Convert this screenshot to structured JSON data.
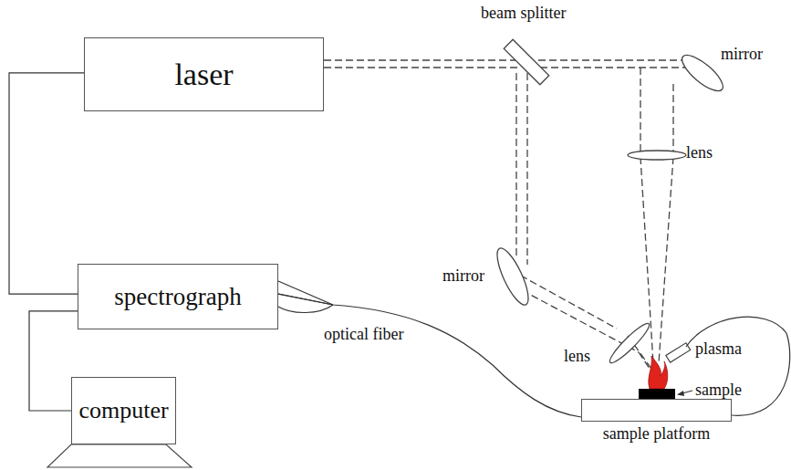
{
  "diagram": {
    "nodes": [
      {
        "text": [
          "laser"
        ]
      },
      {
        "text": [
          "spectrograph"
        ]
      },
      {
        "text": [
          "computer"
        ]
      },
      {
        "text": [
          "sample platform"
        ]
      }
    ],
    "edges": [
      {
        "from": 0,
        "to": 1,
        "arrow": "none"
      },
      {
        "from": 1,
        "to": 2,
        "arrow": "none"
      },
      {
        "from": 1,
        "to": 3,
        "arrow": "none"
      }
    ],
    "labels": [
      "beam splitter",
      "mirror",
      "lens",
      "mirror",
      "optical fiber",
      "lens",
      "plasma",
      "sample"
    ]
  }
}
